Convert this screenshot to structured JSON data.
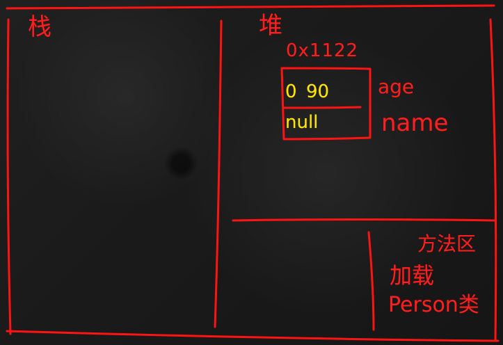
{
  "regions": {
    "stack": {
      "label": "栈"
    },
    "heap": {
      "label": "堆",
      "address": "0x1122",
      "fields": {
        "value_1": "0",
        "value_2": "90",
        "value_3": "null"
      },
      "field_names": {
        "age": "age",
        "name": "name"
      }
    },
    "method_area": {
      "label": "方法区",
      "line_1": "加载",
      "line_2": "Person类"
    }
  }
}
